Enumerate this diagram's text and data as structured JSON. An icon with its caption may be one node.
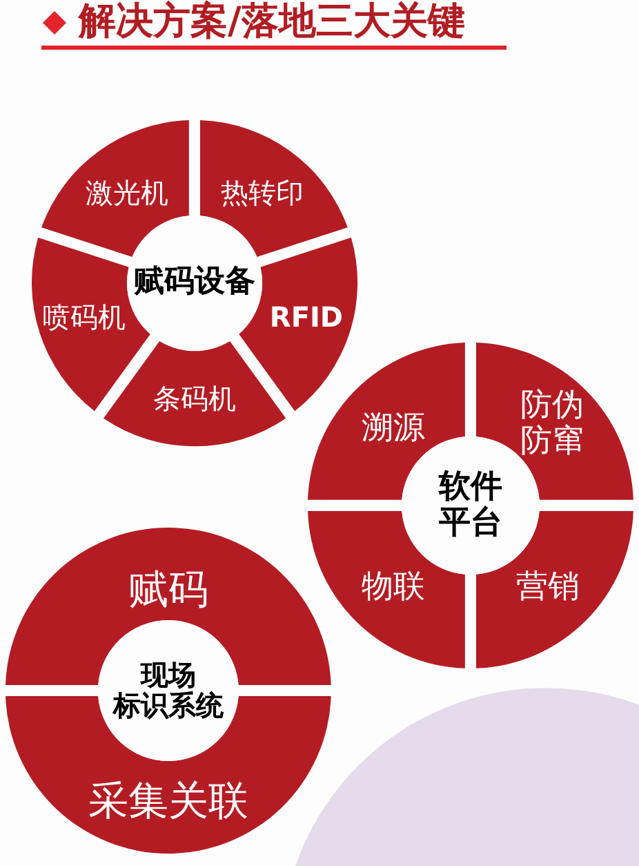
{
  "diagram": {
    "title": "解决方案/落地三大关键",
    "nodes": [
      {
        "text": [
          "赋码设备"
        ]
      },
      {
        "text": [
          "激光机"
        ]
      },
      {
        "text": [
          "热转印"
        ]
      },
      {
        "text": [
          "RFID"
        ]
      },
      {
        "text": [
          "条码机"
        ]
      },
      {
        "text": [
          "喷码机"
        ]
      },
      {
        "text": [
          "软件平台"
        ]
      },
      {
        "text": [
          "溯源"
        ]
      },
      {
        "text": [
          "防伪防窜"
        ]
      },
      {
        "text": [
          "营销"
        ]
      },
      {
        "text": [
          "物联"
        ]
      },
      {
        "text": [
          "现场标识系统"
        ]
      },
      {
        "text": [
          "赋码"
        ]
      },
      {
        "text": [
          "采集关联"
        ]
      }
    ]
  }
}
